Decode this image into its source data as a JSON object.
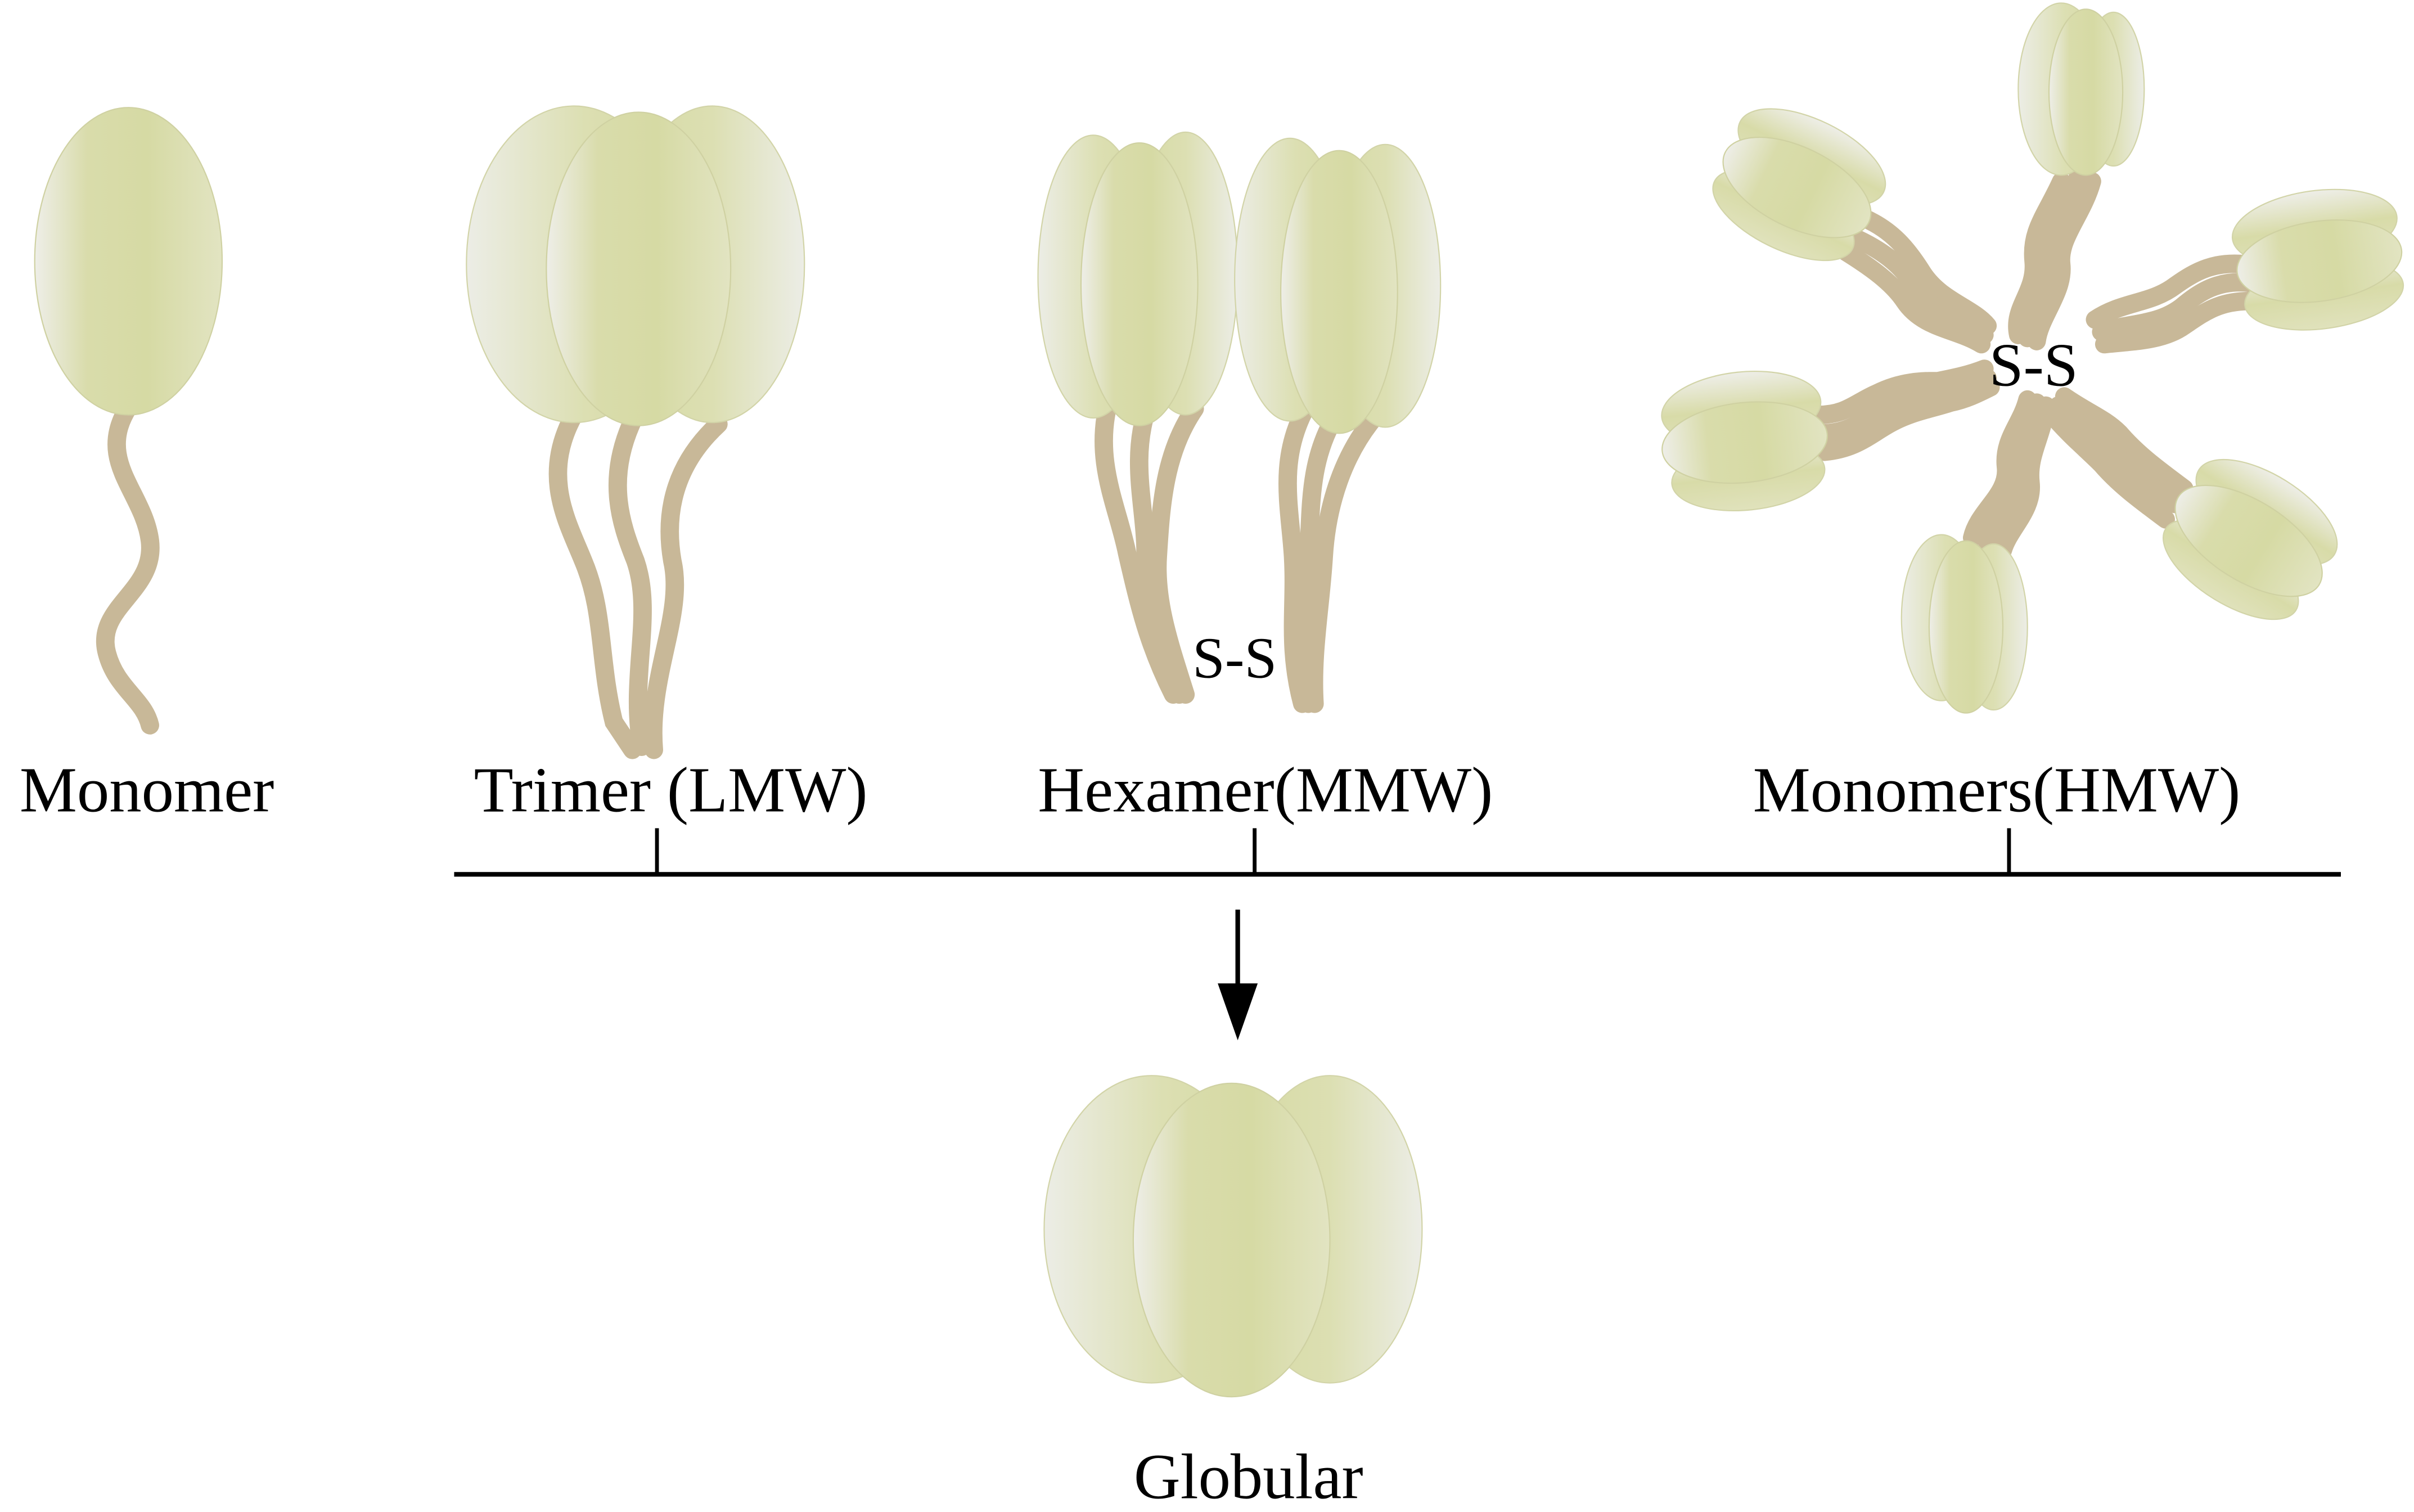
{
  "labels": {
    "monomer": "Monomer",
    "trimer": "Trimer (LMW)",
    "hexamer": "Hexamer(MMW)",
    "monomers_hmw": "Monomers(HMW)",
    "globular": "Globular",
    "hexamer_bond": "S-S",
    "hmw_bond": "S-S"
  },
  "colors": {
    "head_fill": "#d8dca8",
    "head_edge": "#eceee4",
    "head_stroke": "#c9cc96",
    "stem": "#c8b898",
    "line": "#000000",
    "background": "#ffffff"
  },
  "icons": {
    "arrow": "down-arrow"
  }
}
